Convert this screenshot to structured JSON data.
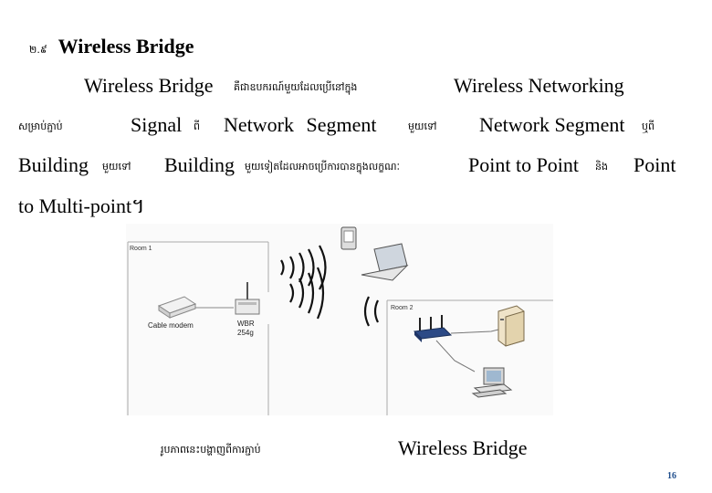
{
  "heading": {
    "number": "២.៩",
    "title": "Wireless Bridge"
  },
  "paragraph": {
    "l1_a": "Wireless Bridge",
    "l1_b": "គឺជាឧបករណ៍មួយដែលប្រើនៅក្នុង",
    "l1_c": "Wireless Networking",
    "l2_a": "សម្រាប់ភ្ជាប់",
    "l2_b": "Signal",
    "l2_c": "ពី",
    "l2_d": "Network Segment",
    "l2_e": "មួយទៅ",
    "l2_f": "Network Segment",
    "l2_g": "ឬពី",
    "l3_a": "Building",
    "l3_b": "មួយទៅ",
    "l3_c": "Building",
    "l3_d": "មួយទៀតដែលអាចប្រើការបានក្នុងលក្ខណៈ",
    "l3_e": "Point to Point",
    "l3_f": "និង",
    "l3_g": "Point",
    "l4_a": "to  Multi-point។"
  },
  "diagram": {
    "room1": "Room 1",
    "room2": "Room 2",
    "cable_modem": "Cable modem",
    "wbr_name": "WBR",
    "wbr_model": "254g"
  },
  "caption": {
    "khmer": "រូបភាពនេះបង្ហាញពីការភ្ជាប់",
    "english": "Wireless Bridge"
  },
  "page_number": "16"
}
